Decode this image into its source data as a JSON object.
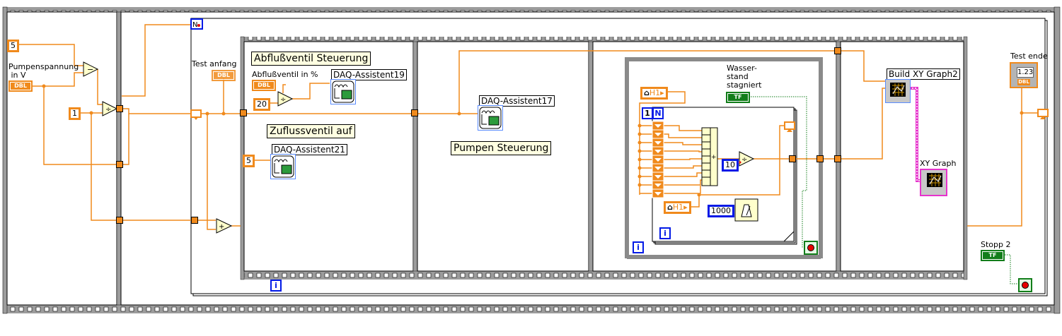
{
  "window": {
    "title": "LabVIEW Block Diagram"
  },
  "colors": {
    "wire_numeric": "#f08a1c",
    "wire_boolean": "#127d1a",
    "wire_cluster": "#e633cc",
    "constant_blue": "#0019e6",
    "comment_bg": "#ffffe1",
    "frame_gray": "#9c9c9c"
  },
  "controls": {
    "pumpenspannung": {
      "label_line1": "Pumpenspannung",
      "label_line2": " in V",
      "type": "DBL"
    },
    "test_anfang": {
      "label": "Test anfang",
      "type": "DBL"
    },
    "abflussventil": {
      "label": "Abflußventil in %",
      "type": "DBL"
    },
    "wasserstand": {
      "label_line1": "Wasser-",
      "label_line2": "stand",
      "label_line3": "stagniert",
      "type": "TF"
    },
    "stopp2": {
      "label": "Stopp 2",
      "type": "TF"
    },
    "test_ende": {
      "label": "Test ende",
      "display": "1.23",
      "type": "DBL"
    }
  },
  "constants": {
    "c5_top": "5",
    "c1": "1",
    "c20": "20",
    "c5_daq": "5",
    "c10": "10",
    "c1000": "1000",
    "n_count": "1",
    "n_label": "N",
    "i_label": "i"
  },
  "local_vars": {
    "h1_top": "H1",
    "h1_bottom": "H1"
  },
  "comments": {
    "abfluss": "Abflußventil Steuerung",
    "zufluss": "Zuflussventil auf",
    "pumpen": "Pumpen Steuerung"
  },
  "nodes": {
    "daq19": "DAQ-Assistent19",
    "daq21": "DAQ-Assistent21",
    "daq17": "DAQ-Assistent17",
    "build_xy": "Build XY Graph2",
    "xy_graph": "XY Graph"
  },
  "operators": {
    "subtract": "−",
    "divide": "÷",
    "add": "+",
    "compound_add": "+"
  }
}
